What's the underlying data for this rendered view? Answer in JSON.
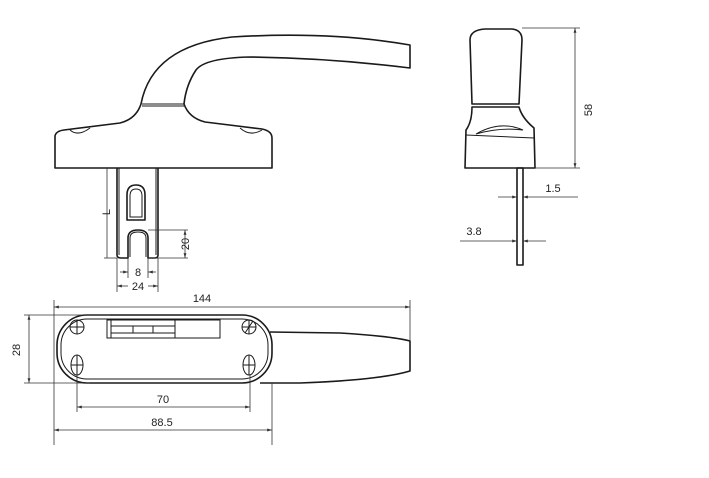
{
  "title": "Window handle technical drawing",
  "dimensions": {
    "spindle_length": "L",
    "slot_depth": "20",
    "slot_width": "8",
    "spindle_width": "24",
    "total_length": "144",
    "base_height": "28",
    "screw_spacing": "70",
    "base_length": "88.5",
    "handle_height": "58",
    "spindle_thickness": "1.5",
    "spindle_depth": "3.8"
  },
  "colors": {
    "line": "#1a1a1a",
    "background": "#ffffff"
  }
}
